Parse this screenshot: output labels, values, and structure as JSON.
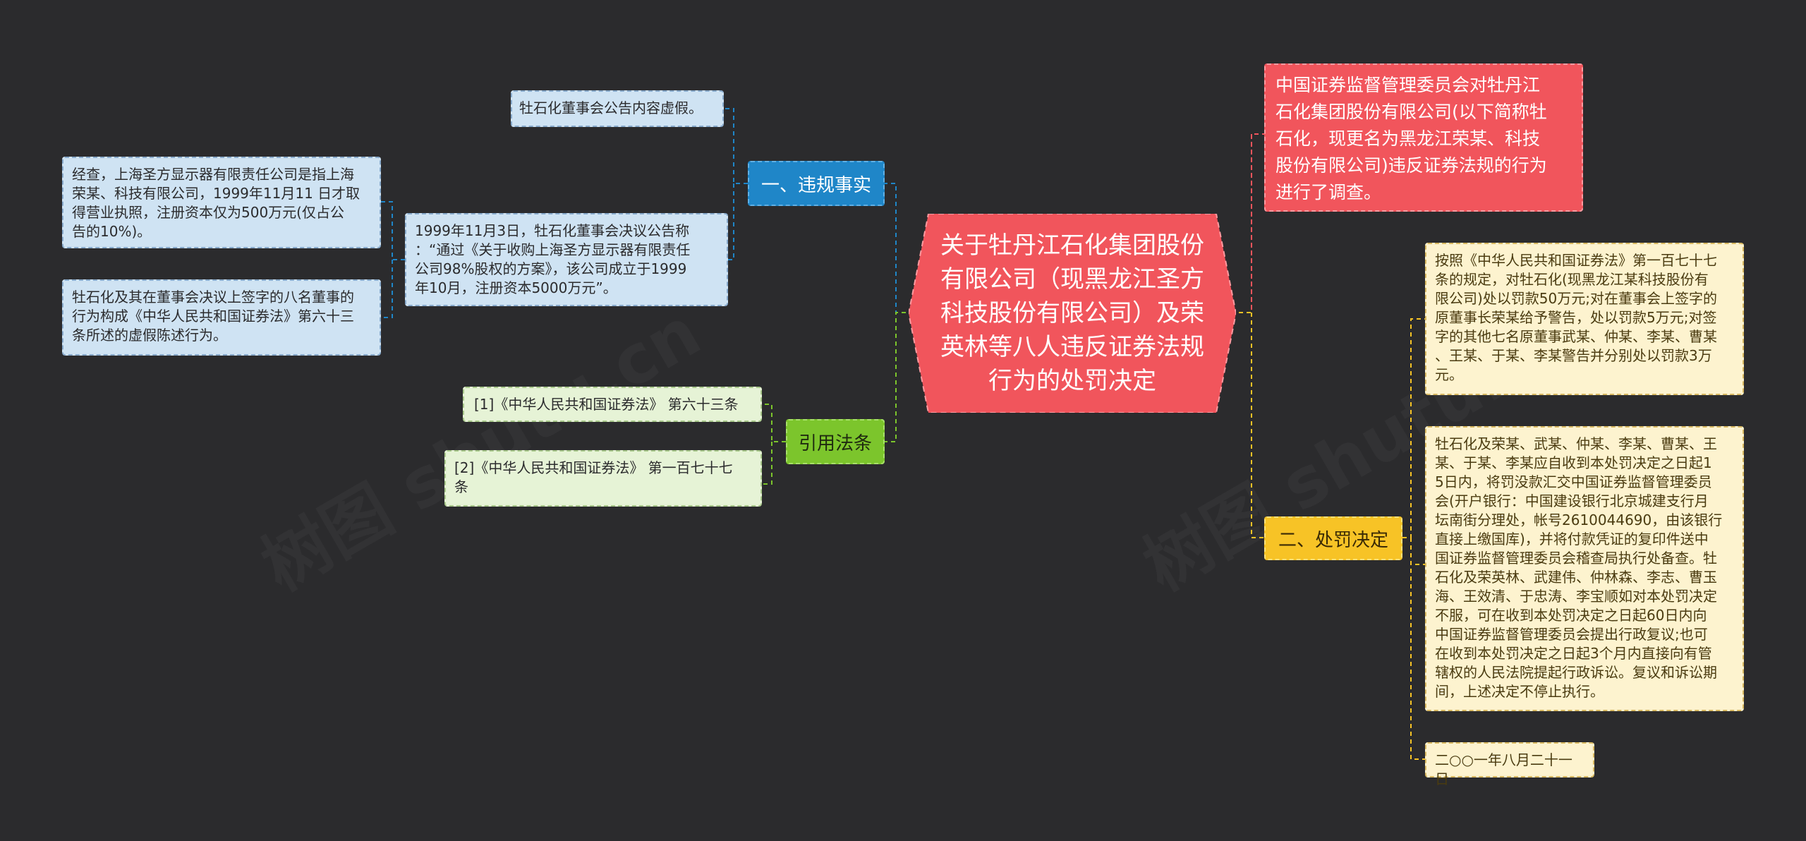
{
  "watermarks": [
    "树图 shutu.cn",
    "树图 shutu.cn"
  ],
  "central": {
    "text": "关于牡丹江石化集团股份有限公司（现黑龙江圣方科技股份有限公司）及荣英林等八人违反证券法规行为的处罚决定",
    "color": "#f1555c"
  },
  "branches": {
    "facts": {
      "label": "一、违规事实",
      "color": "#1f86c8",
      "items": [
        "牡石化董事会公告内容虚假。",
        "1999年11月3日，牡石化董事会决议公告称\n：“通过《关于收购上海圣方显示器有限责任\n公司98%股权的方案》，该公司成立于1999\n年10月，注册资本5000万元”。"
      ],
      "sub_items": [
        "经查，上海圣方显示器有限责任公司是指上海\n荣某、科技有限公司，1999年11月11 日才取\n得营业执照，注册资本仅为500万元(仅占公\n告的10%)。",
        "牡石化及其在董事会决议上签字的八名董事的\n行为构成《中华人民共和国证券法》第六十三\n条所述的虚假陈述行为。"
      ]
    },
    "laws": {
      "label": "引用法条",
      "color": "#7cc52c",
      "items": [
        "[1]《中华人民共和国证券法》 第六十三条",
        "[2]《中华人民共和国证券法》 第一百七十七\n条"
      ]
    },
    "intro": {
      "text": "中国证券监督管理委员会对牡丹江\n石化集团股份有限公司(以下简称牡\n石化，现更名为黑龙江荣某、科技\n股份有限公司)违反证券法规的行为\n进行了调查。"
    },
    "decision": {
      "label": "二、处罚决定",
      "color": "#f7c326",
      "items": [
        "按照《中华人民共和国证券法》第一百七十七\n条的规定，对牡石化(现黑龙江某科技股份有\n限公司)处以罚款50万元;对在董事会上签字的\n原董事长荣某给予警告，处以罚款5万元;对签\n字的其他七名原董事武某、仲某、李某、曹某\n、王某、于某、李某警告并分别处以罚款3万\n元。",
        "牡石化及荣某、武某、仲某、李某、曹某、王\n某、于某、李某应自收到本处罚决定之日起1\n5日内，将罚没款汇交中国证券监督管理委员\n会(开户银行：中国建设银行北京城建支行月\n坛南街分理处，帐号2610044690，由该银行\n直接上缴国库)，并将付款凭证的复印件送中\n国证券监督管理委员会稽查局执行处备查。牡\n石化及荣英林、武建伟、仲林森、李志、曹玉\n海、王效清、于忠涛、李宝顺如对本处罚决定\n不服，可在收到本处罚决定之日起60日内向\n中国证券监督管理委员会提出行政复议;也可\n在收到本处罚决定之日起3个月内直接向有管\n辖权的人民法院提起行政诉讼。复议和诉讼期\n间，上述决定不停止执行。",
        "二○○一年八月二十一日"
      ]
    }
  }
}
